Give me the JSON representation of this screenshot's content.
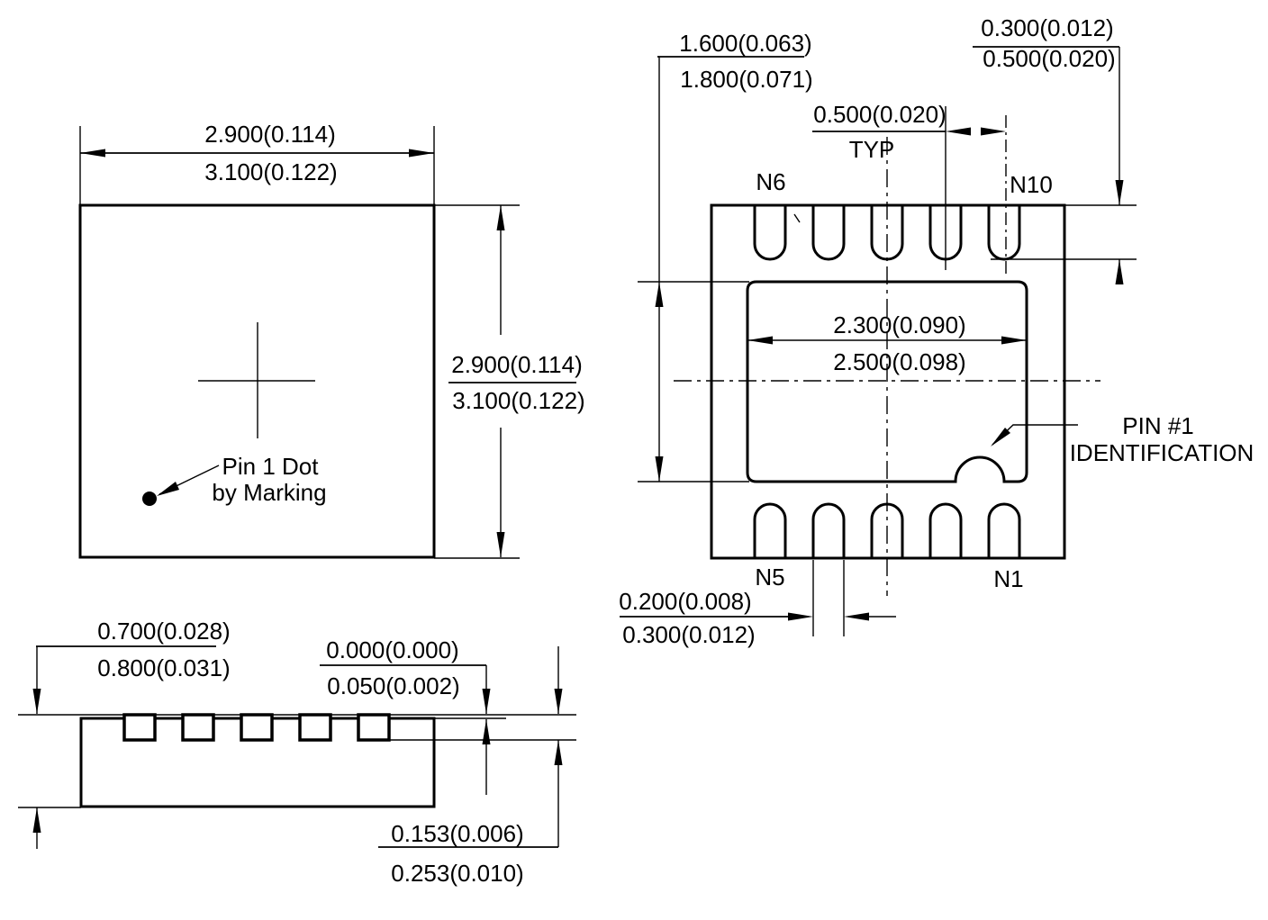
{
  "top_view": {
    "width_dim_upper": "2.900(0.114)",
    "width_dim_lower": "3.100(0.122)",
    "height_dim_upper": "2.900(0.114)",
    "height_dim_lower": "3.100(0.122)",
    "pin1_note_line1": "Pin 1 Dot",
    "pin1_note_line2": "by Marking"
  },
  "bottom_view": {
    "pad_height_upper": "1.600(0.063)",
    "pad_height_lower": "1.800(0.071)",
    "pitch_value": "0.500(0.020)",
    "pitch_qualifier": "TYP",
    "pin_length_upper": "0.300(0.012)",
    "pin_length_lower": "0.500(0.020)",
    "pad_width_upper": "2.300(0.090)",
    "pad_width_lower": "2.500(0.098)",
    "pin_width_upper": "0.200(0.008)",
    "pin_width_lower": "0.300(0.012)",
    "label_n6": "N6",
    "label_n10": "N10",
    "label_n5": "N5",
    "label_n1": "N1",
    "pin1_id_line1": "PIN #1",
    "pin1_id_line2": "IDENTIFICATION"
  },
  "side_view": {
    "overall_height_upper": "0.700(0.028)",
    "overall_height_lower": "0.800(0.031)",
    "standoff_upper": "0.000(0.000)",
    "standoff_lower": "0.050(0.002)",
    "lead_thickness_upper": "0.153(0.006)",
    "lead_thickness_lower": "0.253(0.010)"
  },
  "colors": {
    "line": "#000000",
    "background": "#ffffff"
  }
}
